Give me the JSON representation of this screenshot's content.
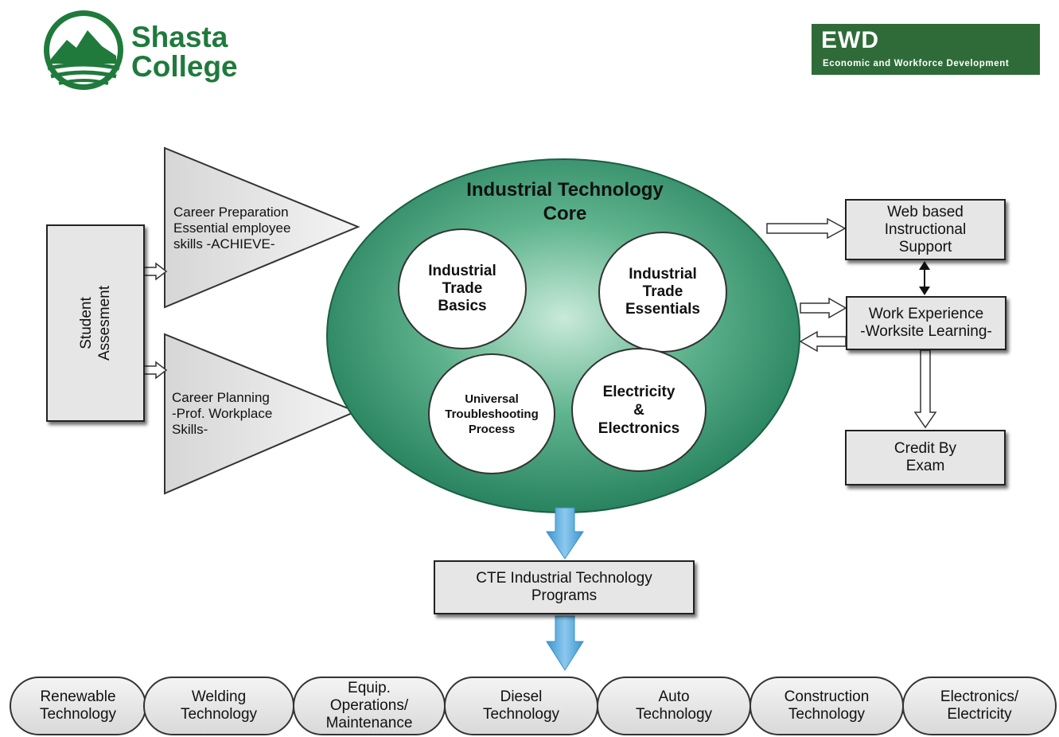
{
  "header": {
    "college_name": "Shasta\nCollege",
    "ewd_title": "EWD",
    "ewd_subtitle": "Economic and Workforce Development"
  },
  "colors": {
    "brand_green": "#1f7a3c",
    "core_fill": "#2e8f6b",
    "arrow_blue": "#5aaee0"
  },
  "diagram": {
    "student_assessment": "Student\nAssesment",
    "career_preparation": "Career Preparation\nEssential employee\nskills -ACHIEVE-",
    "career_planning": "Career Planning\n-Prof. Workplace\nSkills-",
    "core_title": "Industrial Technology\nCore",
    "core_modules": [
      "Industrial\nTrade\nBasics",
      "Industrial\nTrade\nEssentials",
      "Universal\nTroubleshooting\nProcess",
      "Electricity\n&\nElectronics"
    ],
    "web_support": "Web based\nInstructional\nSupport",
    "work_experience": "Work Experience\n-Worksite Learning-",
    "credit_by_exam": "Credit By\nExam",
    "cte_programs": "CTE Industrial Technology\nPrograms",
    "programs": [
      "Renewable\nTechnology",
      "Welding\nTechnology",
      "Equip.\nOperations/\nMaintenance",
      "Diesel\nTechnology",
      "Auto\nTechnology",
      "Construction\nTechnology",
      "Electronics/\nElectricity"
    ]
  }
}
